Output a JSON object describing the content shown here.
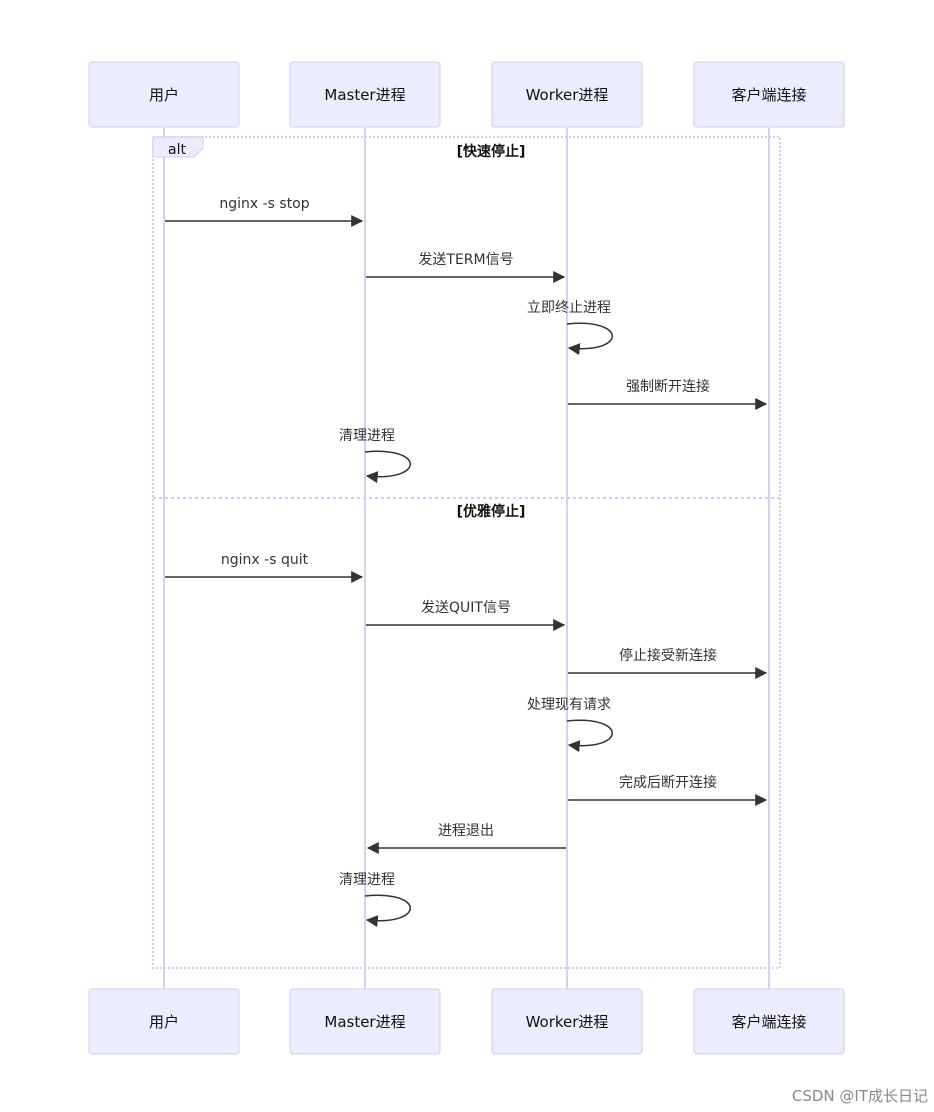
{
  "participants": [
    "用户",
    "Master进程",
    "Worker进程",
    "客户端连接"
  ],
  "alt": {
    "label": "alt",
    "sections": [
      {
        "guard": "[快速停止]",
        "messages": [
          {
            "from": 0,
            "to": 1,
            "text": "nginx -s stop"
          },
          {
            "from": 1,
            "to": 2,
            "text": "发送TERM信号"
          },
          {
            "from": 2,
            "to": 2,
            "text": "立即终止进程"
          },
          {
            "from": 2,
            "to": 3,
            "text": "强制断开连接"
          },
          {
            "from": 1,
            "to": 1,
            "text": "清理进程"
          }
        ]
      },
      {
        "guard": "[优雅停止]",
        "messages": [
          {
            "from": 0,
            "to": 1,
            "text": "nginx -s quit"
          },
          {
            "from": 1,
            "to": 2,
            "text": "发送QUIT信号"
          },
          {
            "from": 2,
            "to": 3,
            "text": "停止接受新连接"
          },
          {
            "from": 2,
            "to": 2,
            "text": "处理现有请求"
          },
          {
            "from": 2,
            "to": 3,
            "text": "完成后断开连接"
          },
          {
            "from": 2,
            "to": 1,
            "text": "进程退出"
          },
          {
            "from": 1,
            "to": 1,
            "text": "清理进程"
          }
        ]
      }
    ]
  },
  "watermark": "CSDN @IT成长日记"
}
